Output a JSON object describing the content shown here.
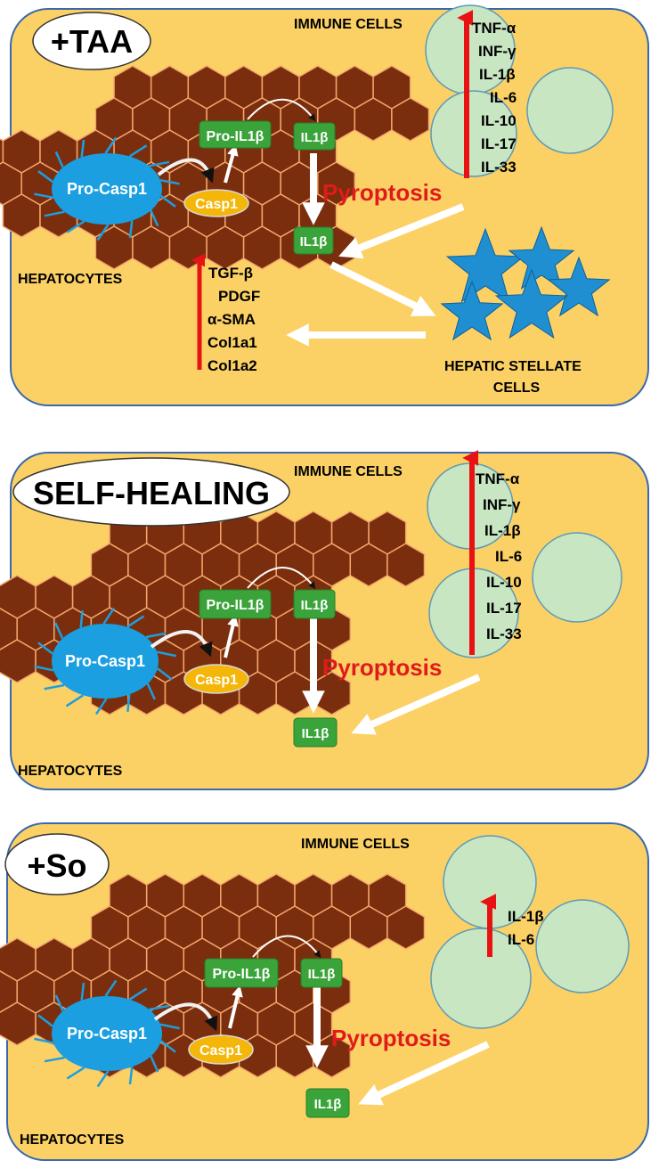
{
  "colors": {
    "panel_fill": "#fbd166",
    "panel_border": "#3b68ad",
    "hexagon_fill": "#7b2e0e",
    "hexagon_stroke": "#f2a66a",
    "procasp_fill": "#1b9fe0",
    "casp_fill": "#f5b60a",
    "il_box_fill": "#3aa33a",
    "cloud_fill": "#c8e6c2",
    "cloud_stroke": "#5e9ab5",
    "star_fill": "#1f8fd1",
    "red_arrow": "#e81212",
    "pyroptosis_text": "#e01b1b",
    "white_arrow": "#ffffff"
  },
  "icons": {
    "upregulation": "red-up-arrow",
    "flow": "white-arrow",
    "immune": "cloud-cluster",
    "stellate": "star-cluster",
    "liver": "hexagon-grid"
  },
  "panels": [
    {
      "title": "+TAA",
      "immune_label": "IMMUNE CELLS",
      "cytokines": [
        "TNF-α",
        "INF-γ",
        "IL-1β",
        "IL-6",
        "IL-10",
        "IL-17",
        "IL-33"
      ],
      "procasp_label": "Pro-Casp1",
      "casp_label": "Casp1",
      "pro_il_label": "Pro-IL1β",
      "il_label": "IL1β",
      "il_out_label": "IL1β",
      "pyroptosis_label": "Pyroptosis",
      "hepatocytes_label": "HEPATOCYTES",
      "fibrosis_markers": [
        "TGF-β",
        "PDGF",
        "α-SMA",
        "Col1a1",
        "Col1a2"
      ],
      "stellate_label_line1": "HEPATIC STELLATE",
      "stellate_label_line2": "CELLS"
    },
    {
      "title": "SELF-HEALING",
      "immune_label": "IMMUNE CELLS",
      "cytokines": [
        "TNF-α",
        "INF-γ",
        "IL-1β",
        "IL-6",
        "IL-10",
        "IL-17",
        "IL-33"
      ],
      "procasp_label": "Pro-Casp1",
      "casp_label": "Casp1",
      "pro_il_label": "Pro-IL1β",
      "il_label": "IL1β",
      "il_out_label": "IL1β",
      "pyroptosis_label": "Pyroptosis",
      "hepatocytes_label": "HEPATOCYTES"
    },
    {
      "title": "+So",
      "immune_label": "IMMUNE CELLS",
      "cytokines": [
        "IL-1β",
        "IL-6"
      ],
      "procasp_label": "Pro-Casp1",
      "casp_label": "Casp1",
      "pro_il_label": "Pro-IL1β",
      "il_label": "IL1β",
      "il_out_label": "IL1β",
      "pyroptosis_label": "Pyroptosis",
      "hepatocytes_label": "HEPATOCYTES"
    }
  ]
}
